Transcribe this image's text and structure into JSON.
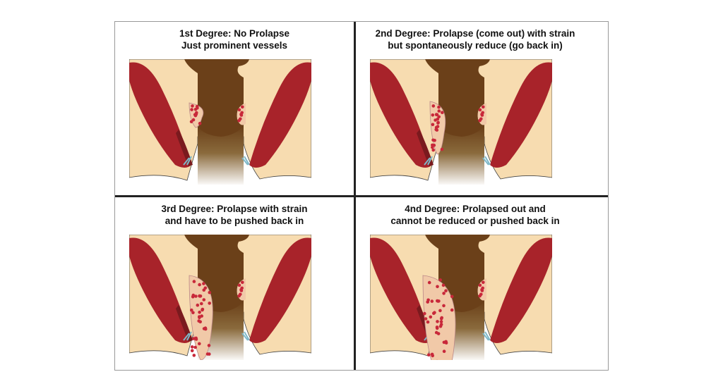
{
  "panels": [
    {
      "line1": "1st Degree: No Prolapse",
      "line2": "Just prominent vessels",
      "prolapse": 0
    },
    {
      "line1": "2nd Degree: Prolapse (come out) with strain",
      "line2": "but spontaneously reduce (go back in)",
      "prolapse": 1
    },
    {
      "line1": "3rd Degree: Prolapse with strain",
      "line2": "and have to be pushed back in",
      "prolapse": 2
    },
    {
      "line1": "4nd Degree: Prolapsed out and",
      "line2": "cannot be reduced or pushed back in",
      "prolapse": 3
    }
  ],
  "colors": {
    "skin": "#f7dcb0",
    "muscle": "#a8232a",
    "rectum": "#6b4019",
    "hemorrhoid": "#f1c9a8",
    "dots": "#c8283a",
    "vessel": "#7fb8c8"
  }
}
